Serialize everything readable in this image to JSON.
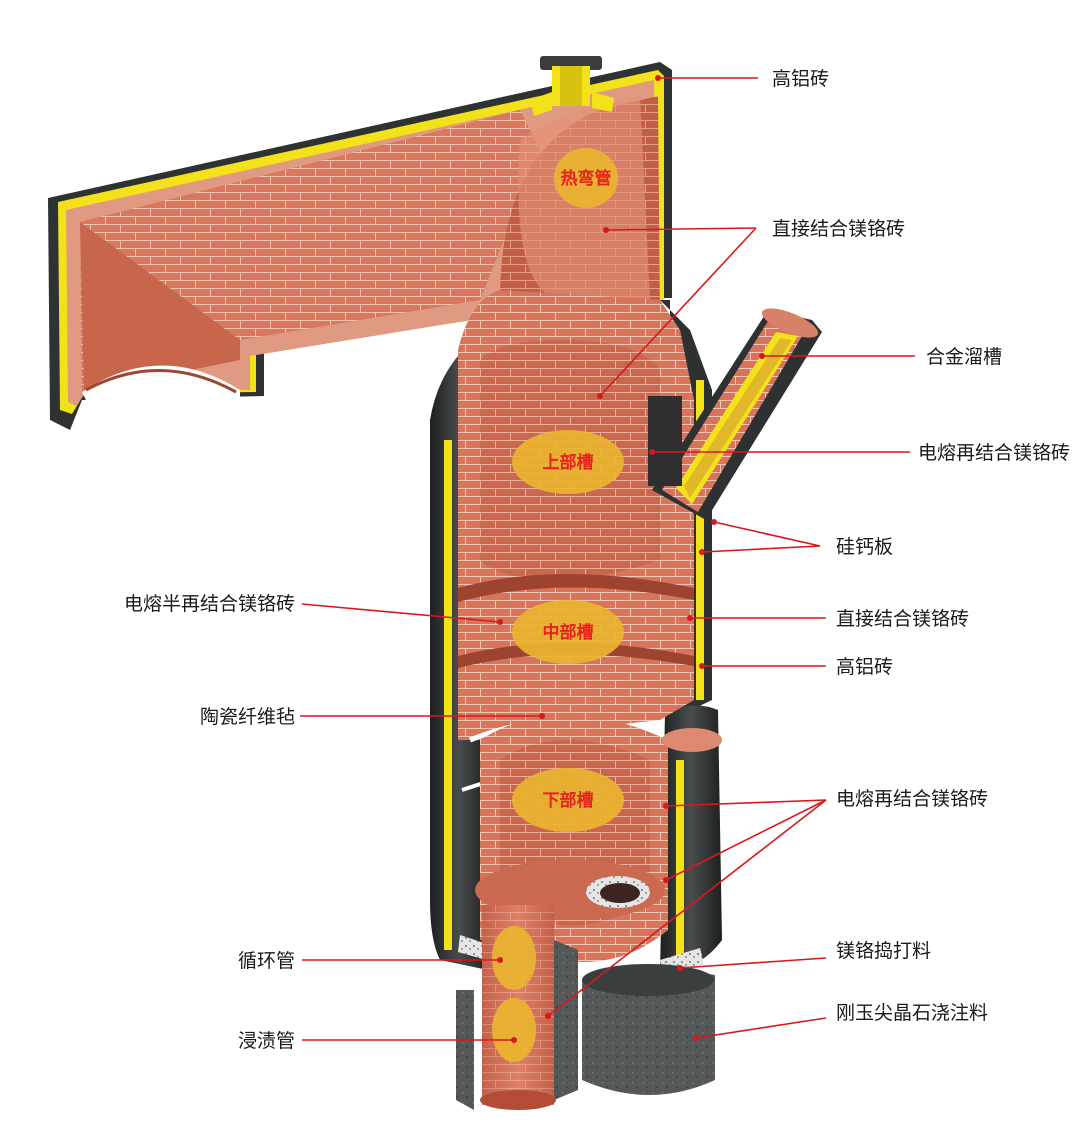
{
  "zones": {
    "hot_bend": "热弯管",
    "upper": "上部槽",
    "middle": "中部槽",
    "lower": "下部槽"
  },
  "labels": {
    "r1": "高铝砖",
    "r2": "直接结合镁铬砖",
    "r3": "合金溜槽",
    "r4": "电熔再结合镁铬砖",
    "r5": "硅钙板",
    "r6": "直接结合镁铬砖",
    "r7": "高铝砖",
    "r8": "电熔再结合镁铬砖",
    "r9": "镁铬捣打料",
    "r10": "刚玉尖晶石浇注料",
    "l1": "电熔半再结合镁铬砖",
    "l2": "陶瓷纤维毡",
    "l3": "循环管",
    "l4": "浸渍管"
  },
  "colors": {
    "brick": "#d9735a",
    "brick_dark": "#b85540",
    "brick_light": "#e8957c",
    "steel_shell": "#2e3131",
    "insulation_yellow": "#f3e21a",
    "castable_grey": "#5c5f5f",
    "zone_ellipse": "#e9b430",
    "zone_text": "#e8231f",
    "leader": "#d7191c"
  }
}
